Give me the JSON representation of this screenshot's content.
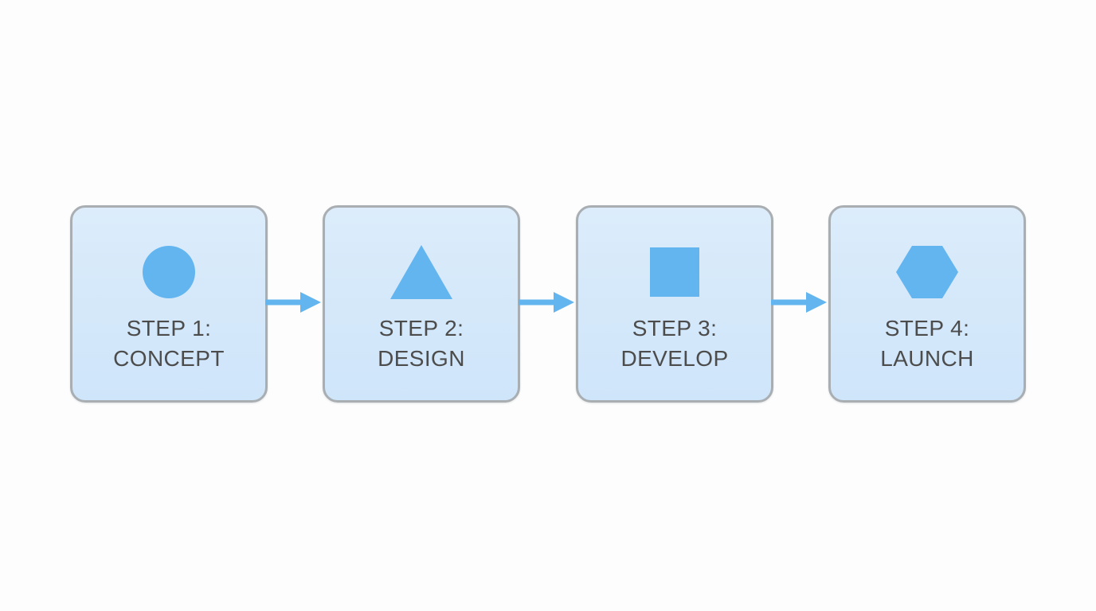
{
  "diagram": {
    "title": "Four step process flow",
    "background_color": "#fdfdfd",
    "node_fill_color": "#d6eafa",
    "node_border_color": "#a9aeb2",
    "shape_color": "#63b5f0",
    "arrow_color": "#63b5f0",
    "label_color": "#4c4c4c",
    "steps": [
      {
        "id": "step-1",
        "icon": "circle-icon",
        "label_line1": "STEP 1:",
        "label_line2": "CONCEPT",
        "label": "STEP 1:\nCONCEPT"
      },
      {
        "id": "step-2",
        "icon": "triangle-icon",
        "label_line1": "STEP 2:",
        "label_line2": "DESIGN",
        "label": "STEP 2:\nDESIGN"
      },
      {
        "id": "step-3",
        "icon": "square-icon",
        "label_line1": "STEP 3:",
        "label_line2": "DEVELOP",
        "label": "STEP 3:\nDEVELOP"
      },
      {
        "id": "step-4",
        "icon": "hexagon-icon",
        "label_line1": "STEP 4:",
        "label_line2": "LAUNCH",
        "label": "STEP 4:\nLAUNCH"
      }
    ],
    "connectors": [
      {
        "id": "connector-1-2",
        "icon": "arrow-right-icon",
        "from": "STEP 1: CONCEPT",
        "to": "STEP 2: DESIGN"
      },
      {
        "id": "connector-2-3",
        "icon": "arrow-right-icon",
        "from": "STEP 2: DESIGN",
        "to": "STEP 3: DEVELOP"
      },
      {
        "id": "connector-3-4",
        "icon": "arrow-right-icon",
        "from": "STEP 3: DEVELOP",
        "to": "STEP 4: LAUNCH"
      }
    ]
  }
}
